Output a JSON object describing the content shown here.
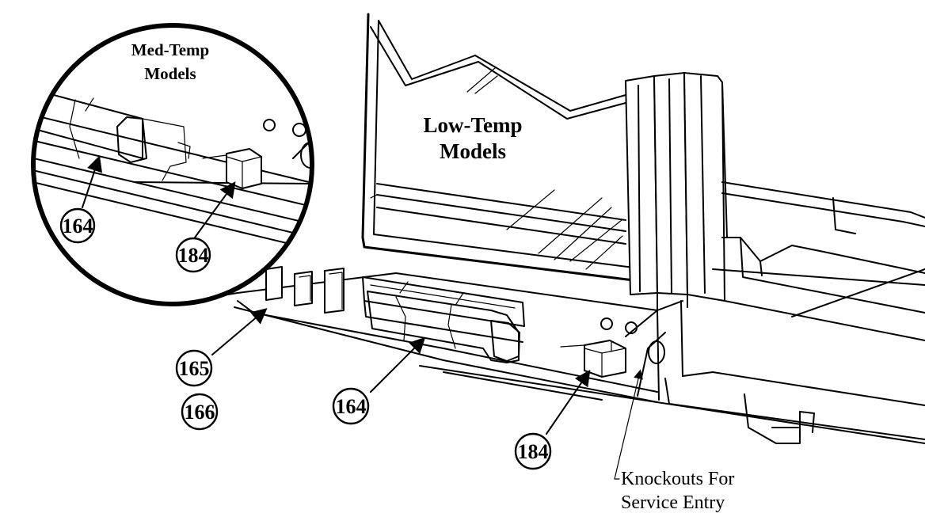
{
  "labels": {
    "med_temp_line1": "Med-Temp",
    "med_temp_line2": "Models",
    "low_temp_line1": "Low-Temp",
    "low_temp_line2": "Models",
    "knockouts_line1": "Knockouts For",
    "knockouts_line2": "Service Entry"
  },
  "callouts": {
    "inset_164": "164",
    "inset_184": "184",
    "main_165": "165",
    "main_166": "166",
    "main_164": "164",
    "main_184": "184"
  },
  "colors": {
    "ink": "#000000",
    "paper": "#ffffff"
  }
}
